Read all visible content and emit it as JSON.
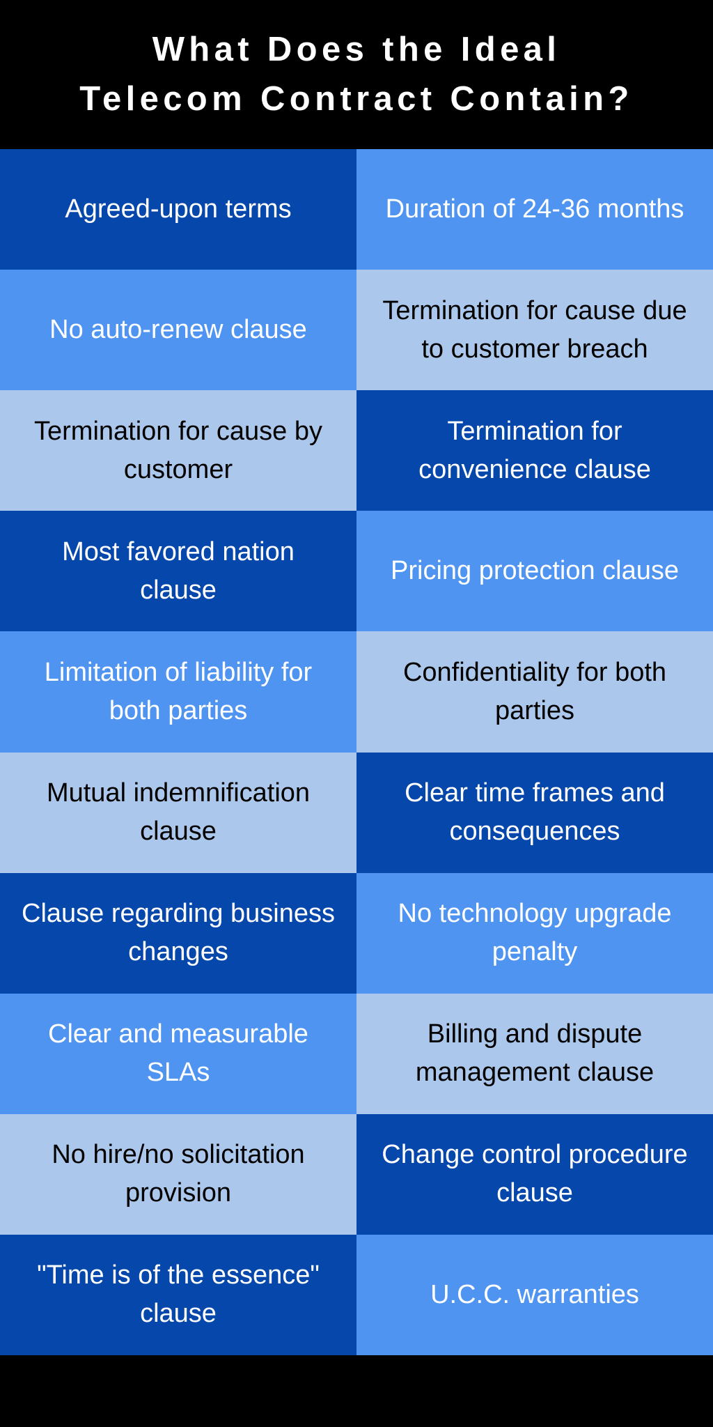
{
  "header": {
    "title_lines": [
      "What Does the Ideal",
      "Telecom Contract Contain?"
    ]
  },
  "grid": {
    "columns": 2,
    "rows": 10,
    "cells": [
      {
        "label": "Agreed-upon terms",
        "tone": "dark"
      },
      {
        "label": "Duration of 24-36 months",
        "tone": "medium"
      },
      {
        "label": "No auto-renew clause",
        "tone": "medium"
      },
      {
        "label": "Termination for cause due to customer breach",
        "tone": "light"
      },
      {
        "label": "Termination for cause by customer",
        "tone": "light"
      },
      {
        "label": "Termination for convenience clause",
        "tone": "dark"
      },
      {
        "label": "Most favored nation clause",
        "tone": "dark"
      },
      {
        "label": "Pricing protection clause",
        "tone": "medium"
      },
      {
        "label": "Limitation of liability for both parties",
        "tone": "medium"
      },
      {
        "label": "Confidentiality for both parties",
        "tone": "light"
      },
      {
        "label": "Mutual indemnification clause",
        "tone": "light"
      },
      {
        "label": "Clear time frames and consequences",
        "tone": "dark"
      },
      {
        "label": "Clause regarding business changes",
        "tone": "dark"
      },
      {
        "label": "No technology upgrade penalty",
        "tone": "medium"
      },
      {
        "label": "Clear and measurable SLAs",
        "tone": "medium"
      },
      {
        "label": "Billing and dispute management clause",
        "tone": "light"
      },
      {
        "label": "No hire/no solicitation provision",
        "tone": "light"
      },
      {
        "label": "Change control procedure clause",
        "tone": "dark"
      },
      {
        "label": "\"Time is of the essence\" clause",
        "tone": "dark"
      },
      {
        "label": "U.C.C. warranties",
        "tone": "medium"
      }
    ]
  },
  "palette": {
    "header_background": "#000000",
    "footer_background": "#000000",
    "title_text": "#ffffff",
    "dark": "#0647ab",
    "medium": "#4f94f1",
    "light": "#abc7ec",
    "text_on_dark": "#ffffff",
    "text_on_medium": "#ffffff",
    "text_on_light": "#000000"
  }
}
